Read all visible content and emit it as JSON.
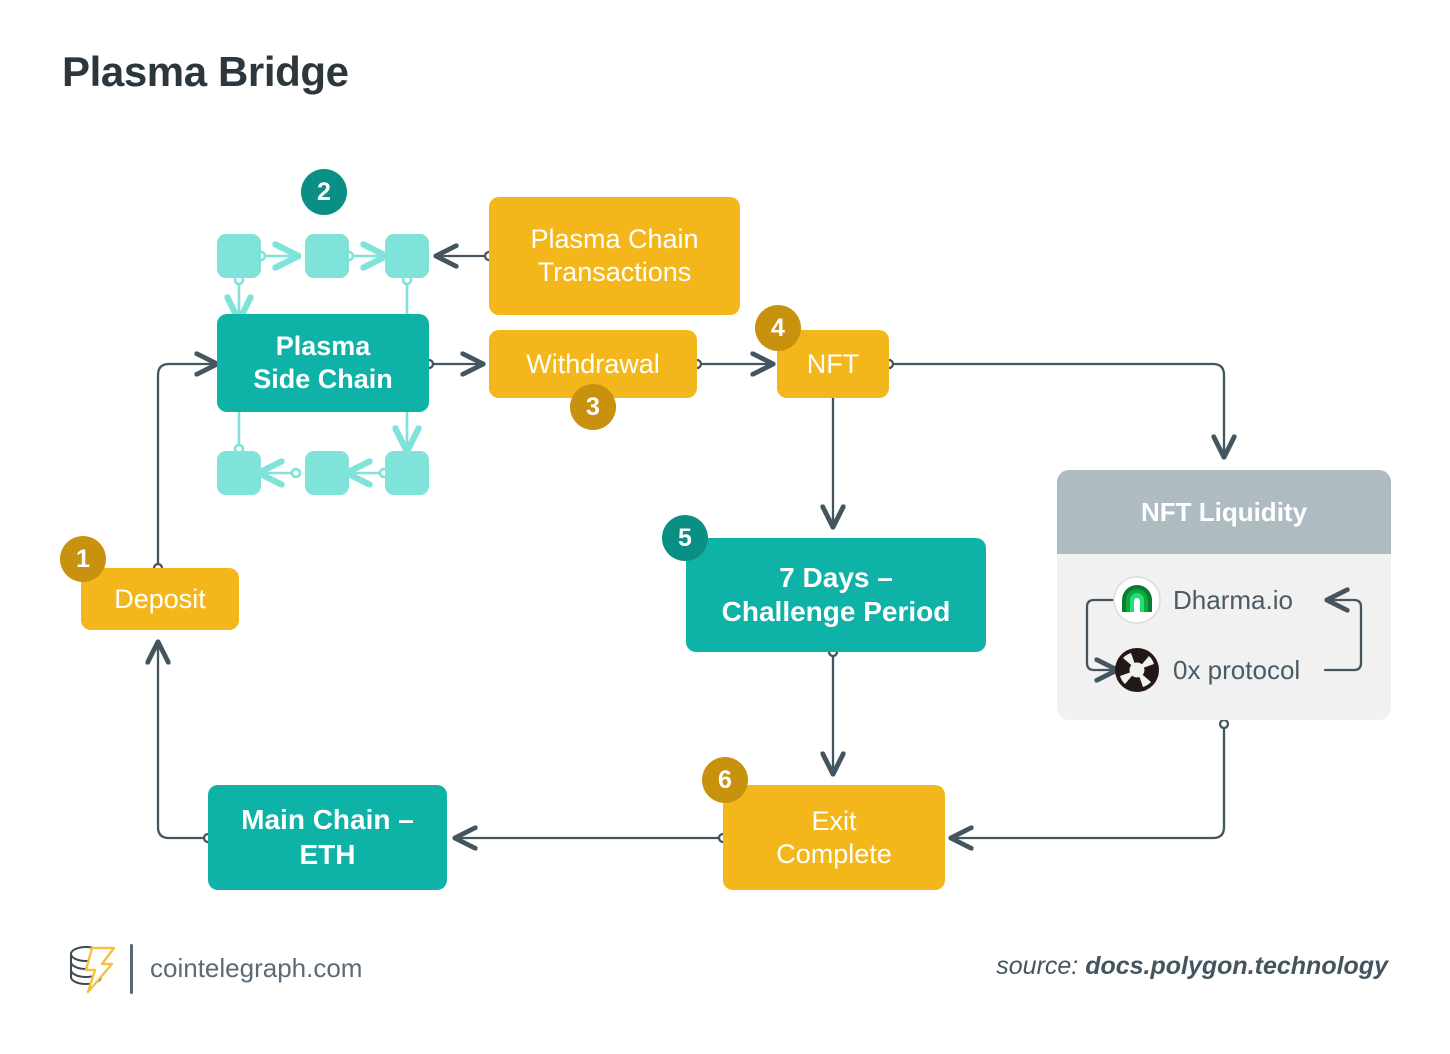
{
  "title": "Plasma Bridge",
  "nodes": {
    "plasma_side_chain": "Plasma\nSide Chain",
    "plasma_chain_transactions": "Plasma Chain\nTransactions",
    "withdrawal": "Withdrawal",
    "nft": "NFT",
    "deposit": "Deposit",
    "challenge_period": "7 Days –\nChallenge Period",
    "exit_complete": "Exit\nComplete",
    "main_chain": "Main Chain –\nETH"
  },
  "liquidity": {
    "header": "NFT Liquidity",
    "items": [
      {
        "label": "Dharma.io",
        "icon": "dharma-icon"
      },
      {
        "label": "0x protocol",
        "icon": "zerox-icon"
      }
    ]
  },
  "badges": [
    {
      "id": "1",
      "label": "1",
      "target": "deposit"
    },
    {
      "id": "2",
      "label": "2",
      "target": "plasma-side-chain"
    },
    {
      "id": "3",
      "label": "3",
      "target": "withdrawal"
    },
    {
      "id": "4",
      "label": "4",
      "target": "nft"
    },
    {
      "id": "5",
      "label": "5",
      "target": "challenge-period"
    },
    {
      "id": "6",
      "label": "6",
      "target": "exit-complete"
    }
  ],
  "footer": {
    "site": "cointelegraph.com",
    "source_prefix": "source:",
    "source_value": "docs.polygon.technology"
  },
  "colors": {
    "gold": "#F4B71B",
    "gold_dark": "#C8920F",
    "teal": "#0FB2A6",
    "teal_dark": "#0A8F84",
    "teal_light": "#80E3DA",
    "slate": "#45555F",
    "panel_header": "#AEBCC2",
    "panel_body": "#F0F1F0",
    "title": "#2B363D"
  }
}
